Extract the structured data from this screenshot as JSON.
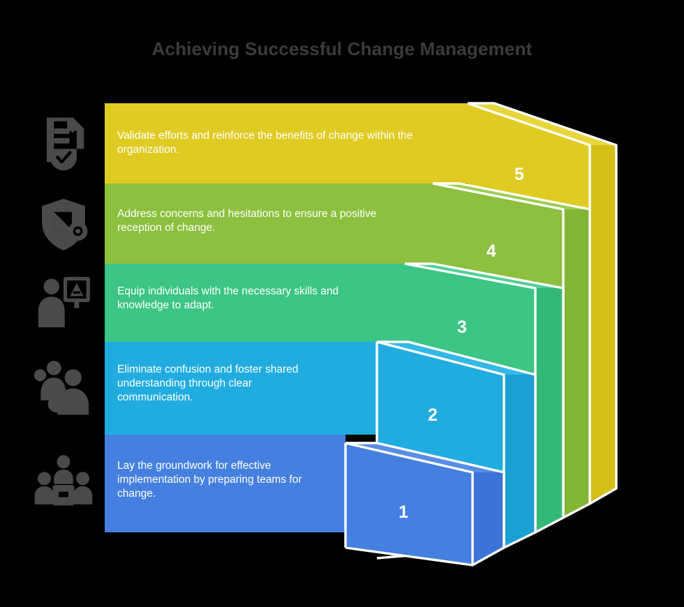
{
  "page": {
    "background": "#000000",
    "title": "Achieving Successful Change Management",
    "title_color": "#3b3b3b"
  },
  "steps": [
    {
      "number": "5",
      "color": "#e0cb22",
      "top_color": "#e8d63c",
      "side_color": "#d4bf18",
      "text": "Validate efforts and reinforce the benefits of change within the organization.",
      "icon": "document-check-icon"
    },
    {
      "number": "4",
      "color": "#8cc03e",
      "top_color": "#9ecd53",
      "side_color": "#83b634",
      "text": "Address concerns and hesitations to ensure a positive reception of change.",
      "icon": "shield-chat-icon"
    },
    {
      "number": "3",
      "color": "#3cc584",
      "top_color": "#4ed195",
      "side_color": "#34b878",
      "text": "Equip individuals with the necessary skills and knowledge to adapt.",
      "icon": "training-presentation-icon"
    },
    {
      "number": "2",
      "color": "#21ace0",
      "top_color": "#33b8e8",
      "side_color": "#1aa0d3",
      "text": "Eliminate confusion and foster shared understanding through clear communication.",
      "icon": "team-group-icon"
    },
    {
      "number": "1",
      "color": "#4580e0",
      "top_color": "#588de6",
      "side_color": "#3b74d6",
      "text": "Lay the groundwork for effective implementation by preparing teams for change.",
      "icon": "meeting-table-icon"
    }
  ],
  "icon_color": "#4a4a4a",
  "outline_color": "#ffffff"
}
